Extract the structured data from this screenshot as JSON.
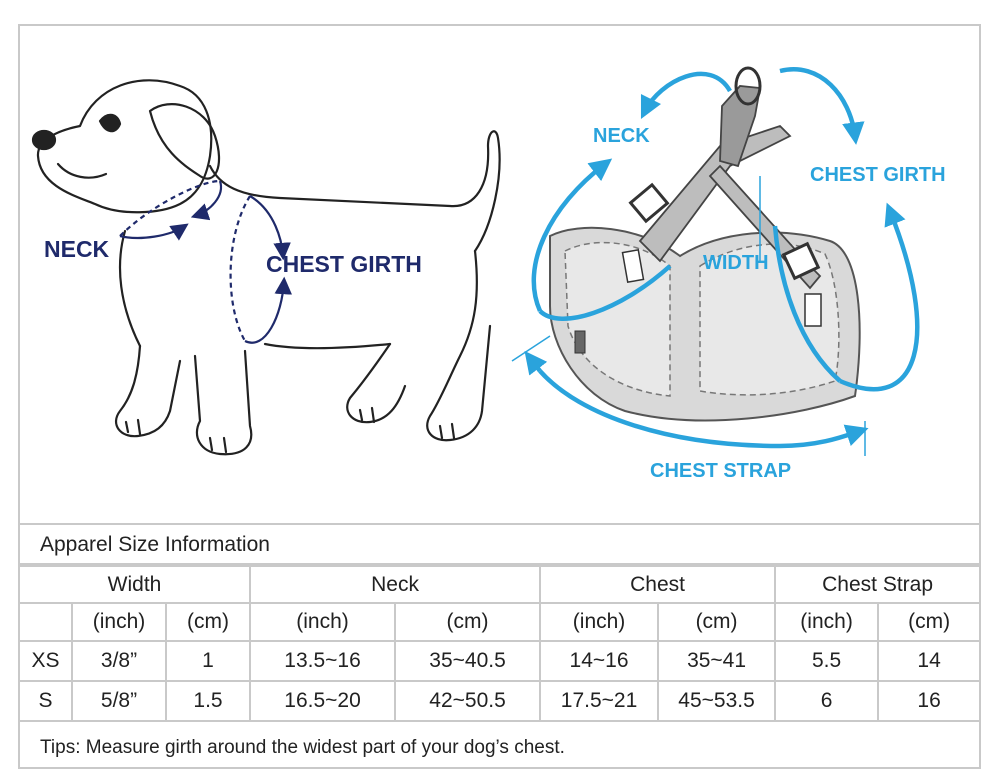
{
  "labels": {
    "dog_neck": "NECK",
    "dog_chest": "CHEST GIRTH",
    "harness_neck": "NECK",
    "harness_chest": "CHEST GIRTH",
    "harness_width": "WIDTH",
    "harness_strap": "CHEST STRAP"
  },
  "colors": {
    "dog_label": "#1f2a6b",
    "harness_accent": "#2aa3dc",
    "border": "#c9c9c9"
  },
  "table": {
    "title": "Apparel Size Information",
    "groups": [
      "Width",
      "Neck",
      "Chest",
      "Chest Strap"
    ],
    "units": [
      "(inch)",
      "(cm)",
      "(inch)",
      "(cm)",
      "(inch)",
      "(cm)",
      "(inch)",
      "(cm)"
    ],
    "rows": [
      {
        "size": "XS",
        "cells": [
          "3/8”",
          "1",
          "13.5~16",
          "35~40.5",
          "14~16",
          "35~41",
          "5.5",
          "14"
        ]
      },
      {
        "size": "S",
        "cells": [
          "5/8”",
          "1.5",
          "16.5~20",
          "42~50.5",
          "17.5~21",
          "45~53.5",
          "6",
          "16"
        ]
      }
    ]
  },
  "tips": "Tips: Measure girth around the widest part of your dog’s chest."
}
